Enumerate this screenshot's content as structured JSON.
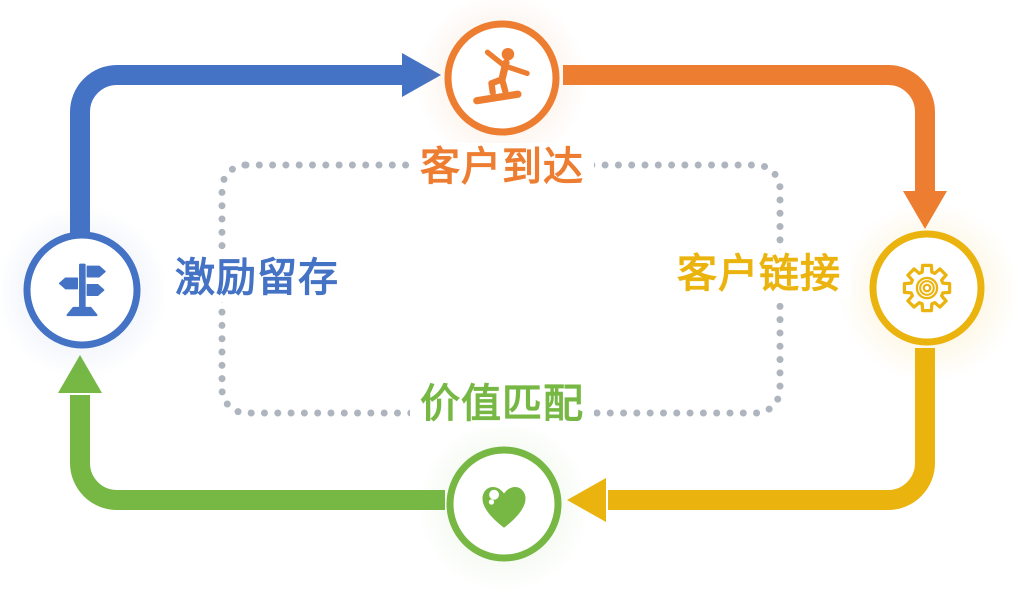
{
  "diagram": {
    "type": "cycle-flowchart",
    "background_color": "#FFFFFF",
    "nodes": [
      {
        "label": "客户到达",
        "position": "top",
        "color": "#ED7D31",
        "icon": "snowboarder-icon"
      },
      {
        "label": "客户链接",
        "position": "right",
        "color": "#EBB30E",
        "icon": "gear-icon"
      },
      {
        "label": "价值匹配",
        "position": "bottom",
        "color": "#76B843",
        "icon": "heart-icon"
      },
      {
        "label": "激励留存",
        "position": "left",
        "color": "#4472C4",
        "icon": "signpost-icon"
      }
    ],
    "connectors": [
      {
        "from": "激励留存",
        "to": "客户到达",
        "color": "#4472C4",
        "shape": "up-then-right-arrow"
      },
      {
        "from": "客户到达",
        "to": "客户链接",
        "color": "#ED7D31",
        "shape": "right-then-down-arrow"
      },
      {
        "from": "客户链接",
        "to": "价值匹配",
        "color": "#EBB30E",
        "shape": "down-then-left-arrow"
      },
      {
        "from": "价值匹配",
        "to": "激励留存",
        "color": "#76B843",
        "shape": "left-then-up-arrow"
      }
    ],
    "inner_border": {
      "style": "dotted-rounded-rect",
      "color": "#AFB5BF"
    }
  }
}
